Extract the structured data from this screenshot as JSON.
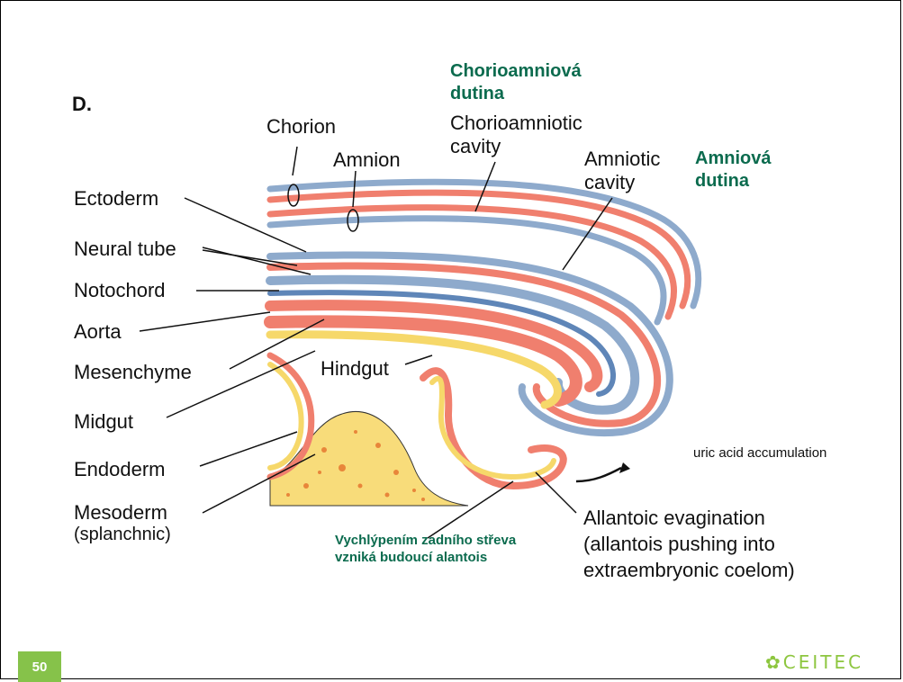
{
  "panel_letter": "D.",
  "labels": {
    "chorion": "Chorion",
    "amnion": "Amnion",
    "chorioamniotic_cavity": "Chorioamniotic\ncavity",
    "amniotic_cavity": "Amniotic\ncavity",
    "ectoderm": "Ectoderm",
    "neural_tube": "Neural tube",
    "notochord": "Notochord",
    "aorta": "Aorta",
    "mesenchyme": "Mesenchyme",
    "midgut": "Midgut",
    "endoderm": "Endoderm",
    "mesoderm": "Mesoderm",
    "mesoderm_sub": "(splanchnic)",
    "hindgut": "Hindgut",
    "uric_acid": "uric acid accumulation",
    "allantoic_1": "Allantoic evagination",
    "allantoic_2": "(allantois pushing into",
    "allantoic_3": "extraembryonic coelom)"
  },
  "czech": {
    "chorioamnion_1": "Chorioamniová",
    "chorioamnion_2": "dutina",
    "amniova_1": "Amniová",
    "amniova_2": "dutina",
    "allantois_1": "Vychlýpením zadního střeva",
    "allantois_2": "vzniká budoucí alantois"
  },
  "footer": {
    "slide_number": "50",
    "logo": "CEITEC"
  },
  "colors": {
    "red": "#f07f6e",
    "blue": "#8eaacc",
    "yellow": "#f6d86a",
    "green_text": "#0b6b4e"
  }
}
